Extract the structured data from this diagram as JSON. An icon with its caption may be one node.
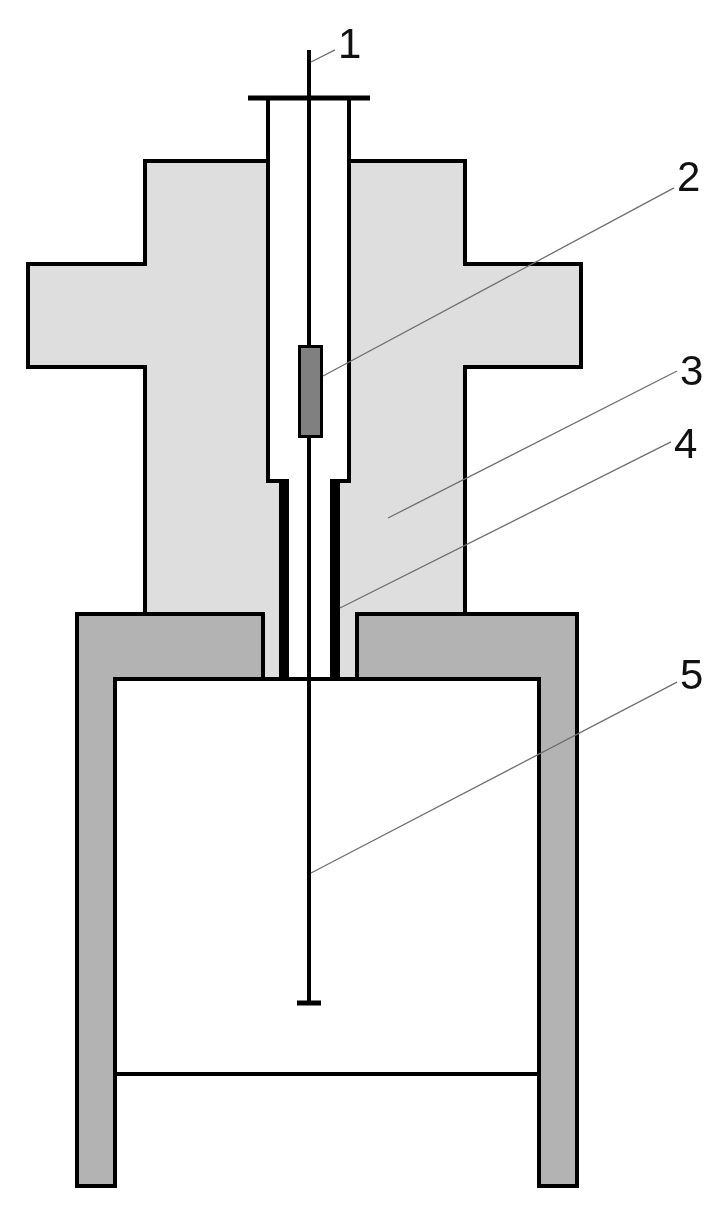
{
  "diagram": {
    "nodes": [
      {
        "text": [
          "1"
        ]
      },
      {
        "text": [],
        "shape": "bar"
      },
      {
        "text": [
          "2"
        ]
      },
      {
        "text": [],
        "shape": "box",
        "in": 5
      },
      {
        "text": [
          "3"
        ]
      },
      {
        "text": [],
        "shape": "cross"
      },
      {
        "text": [
          "4"
        ]
      },
      {
        "text": [],
        "shape": "bar",
        "in": 5
      },
      {
        "text": [
          "5"
        ]
      },
      {
        "text": [],
        "shape": "bar"
      }
    ],
    "edges": [
      {
        "from": 0,
        "to": 1,
        "arrow": "none"
      },
      {
        "from": 2,
        "to": 3,
        "arrow": "none"
      },
      {
        "from": 4,
        "to": 5,
        "arrow": "none"
      },
      {
        "from": 6,
        "to": 7,
        "arrow": "none"
      },
      {
        "from": 8,
        "to": 9,
        "arrow": "none"
      }
    ]
  }
}
